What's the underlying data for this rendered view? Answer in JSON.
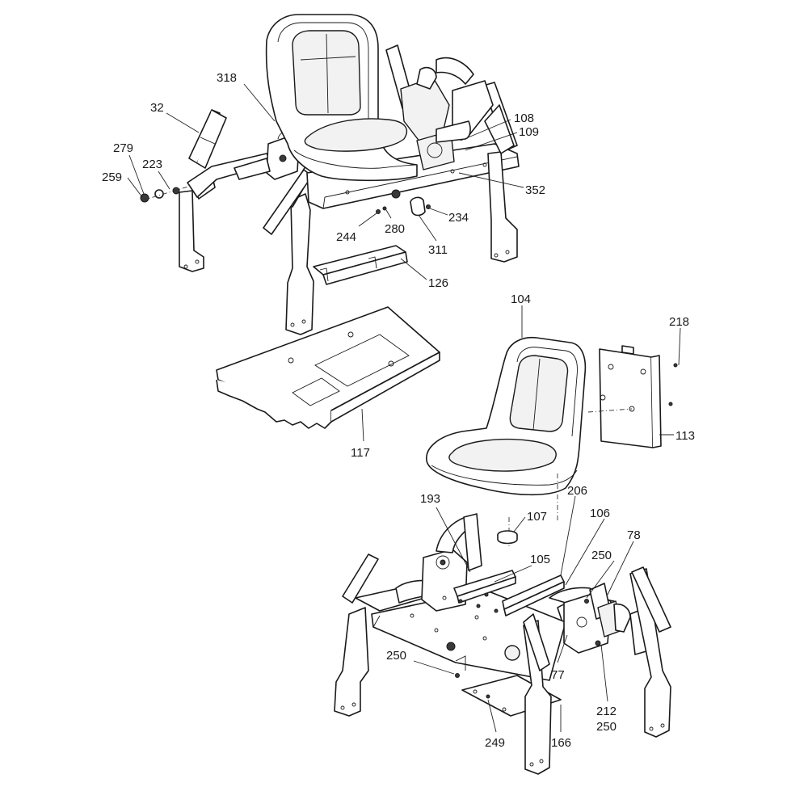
{
  "callouts": {
    "c318": "318",
    "c32": "32",
    "c279": "279",
    "c223": "223",
    "c259": "259",
    "c108": "108",
    "c109": "109",
    "c352": "352",
    "c234": "234",
    "c244": "244",
    "c280": "280",
    "c311": "311",
    "c126": "126",
    "c104": "104",
    "c218": "218",
    "c113": "113",
    "c117": "117",
    "c193": "193",
    "c107": "107",
    "c206": "206",
    "c106": "106",
    "c78": "78",
    "c105": "105",
    "c250a": "250",
    "c250b": "250",
    "c250c": "250",
    "c77": "77",
    "c212": "212",
    "c249": "249",
    "c166": "166"
  }
}
